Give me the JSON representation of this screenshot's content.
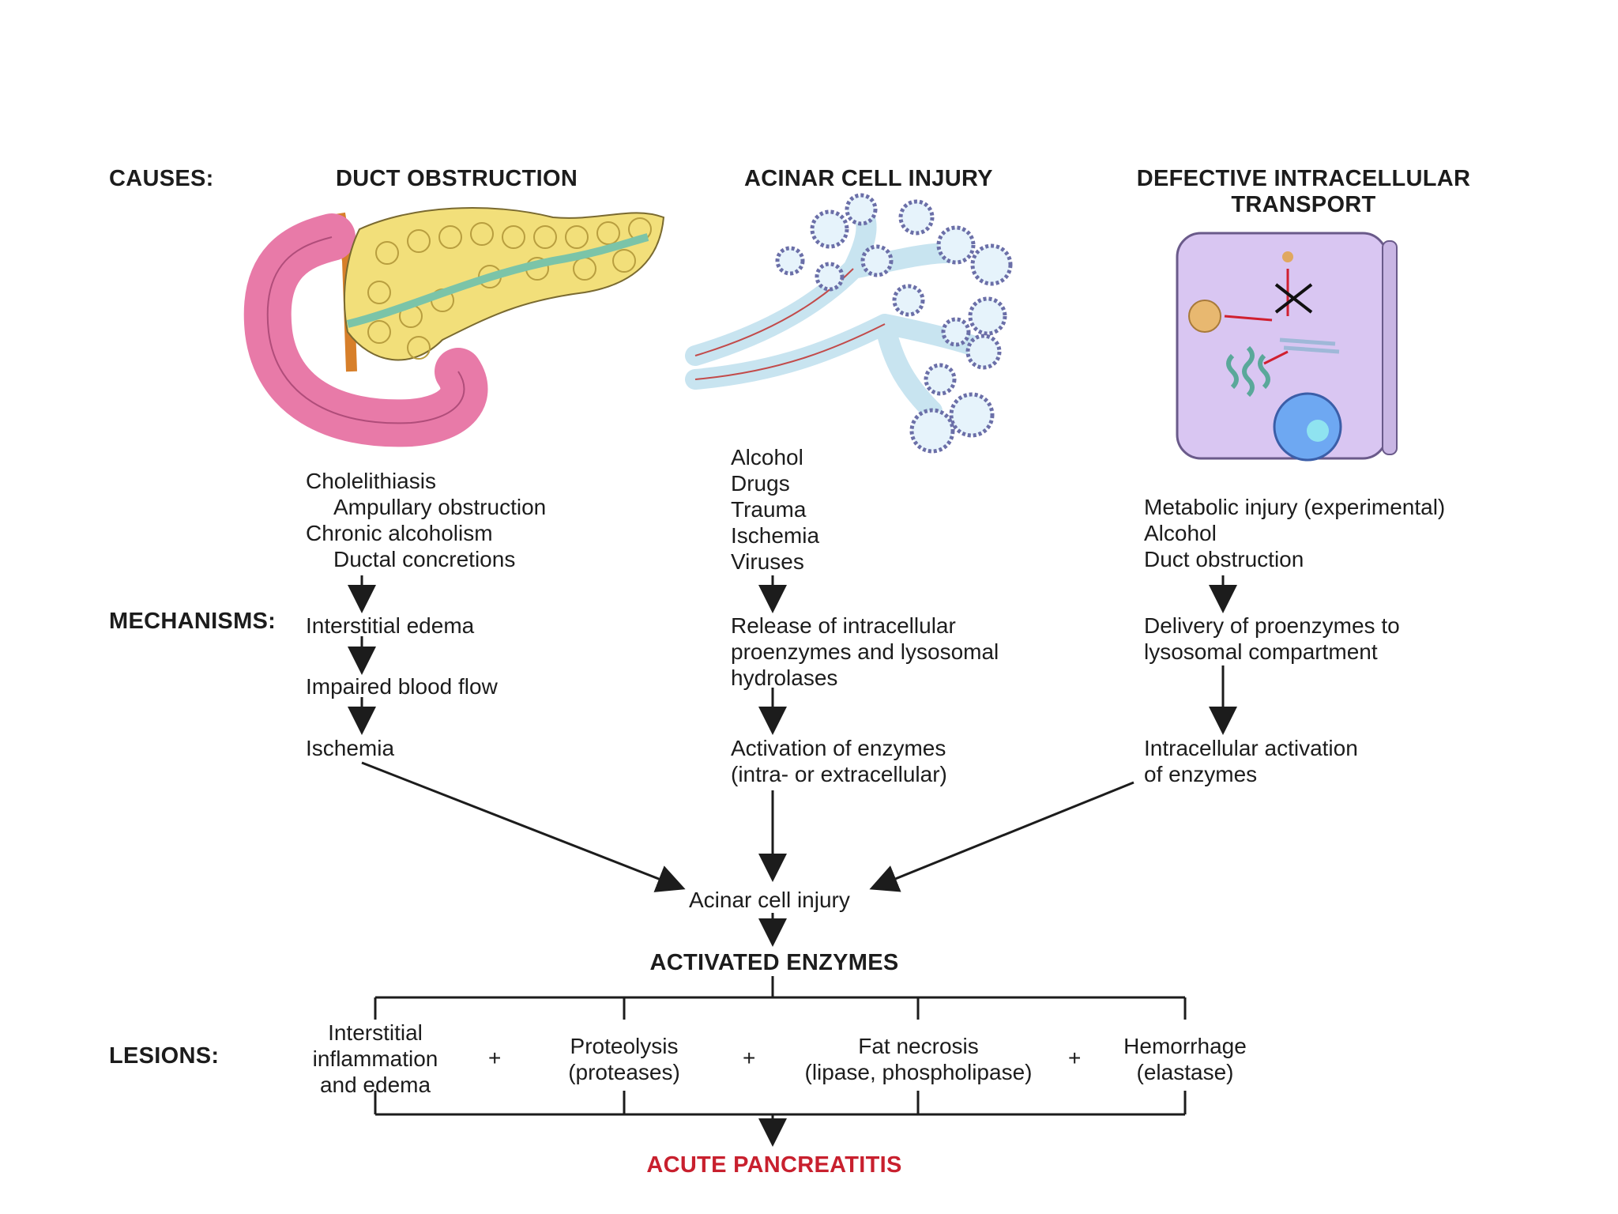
{
  "rows": {
    "causes": "CAUSES:",
    "mechanisms": "MECHANISMS:",
    "lesions": "LESIONS:"
  },
  "columns": {
    "duct": {
      "title": "DUCT OBSTRUCTION",
      "causes": [
        "Cholelithiasis",
        "Ampullary obstruction",
        "Chronic alcoholism",
        "Ductal concretions"
      ],
      "mechanisms": [
        "Interstitial edema",
        "Impaired blood flow",
        "Ischemia"
      ]
    },
    "acinar": {
      "title": "ACINAR CELL INJURY",
      "causes": [
        "Alcohol",
        "Drugs",
        "Trauma",
        "Ischemia",
        "Viruses"
      ],
      "mechanisms": [
        "Release of intracellular",
        "proenzymes and lysosomal",
        "hydrolases",
        "Activation of enzymes",
        "(intra- or extracellular)"
      ]
    },
    "transport": {
      "title_line1": "DEFECTIVE INTRACELLULAR",
      "title_line2": "TRANSPORT",
      "causes": [
        "Metabolic injury (experimental)",
        "Alcohol",
        "Duct obstruction"
      ],
      "mechanisms": [
        "Delivery of proenzymes to",
        "lysosomal compartment",
        "Intracellular activation",
        "of enzymes"
      ]
    }
  },
  "convergence": {
    "acinar_injury": "Acinar cell injury",
    "activated": "ACTIVATED ENZYMES"
  },
  "lesions": [
    {
      "lines": [
        "Interstitial",
        "inflammation",
        "and edema"
      ]
    },
    {
      "lines": [
        "Proteolysis",
        "(proteases)"
      ]
    },
    {
      "lines": [
        "Fat necrosis",
        "(lipase, phospholipase)"
      ]
    },
    {
      "lines": [
        "Hemorrhage",
        "(elastase)"
      ]
    }
  ],
  "plus": "+",
  "outcome": "ACUTE PANCREATITIS",
  "colors": {
    "outcome": "#c8202e",
    "pancreas": "#f2df7a",
    "duodenum": "#e87aa8",
    "cell": "#d9c6f2"
  }
}
